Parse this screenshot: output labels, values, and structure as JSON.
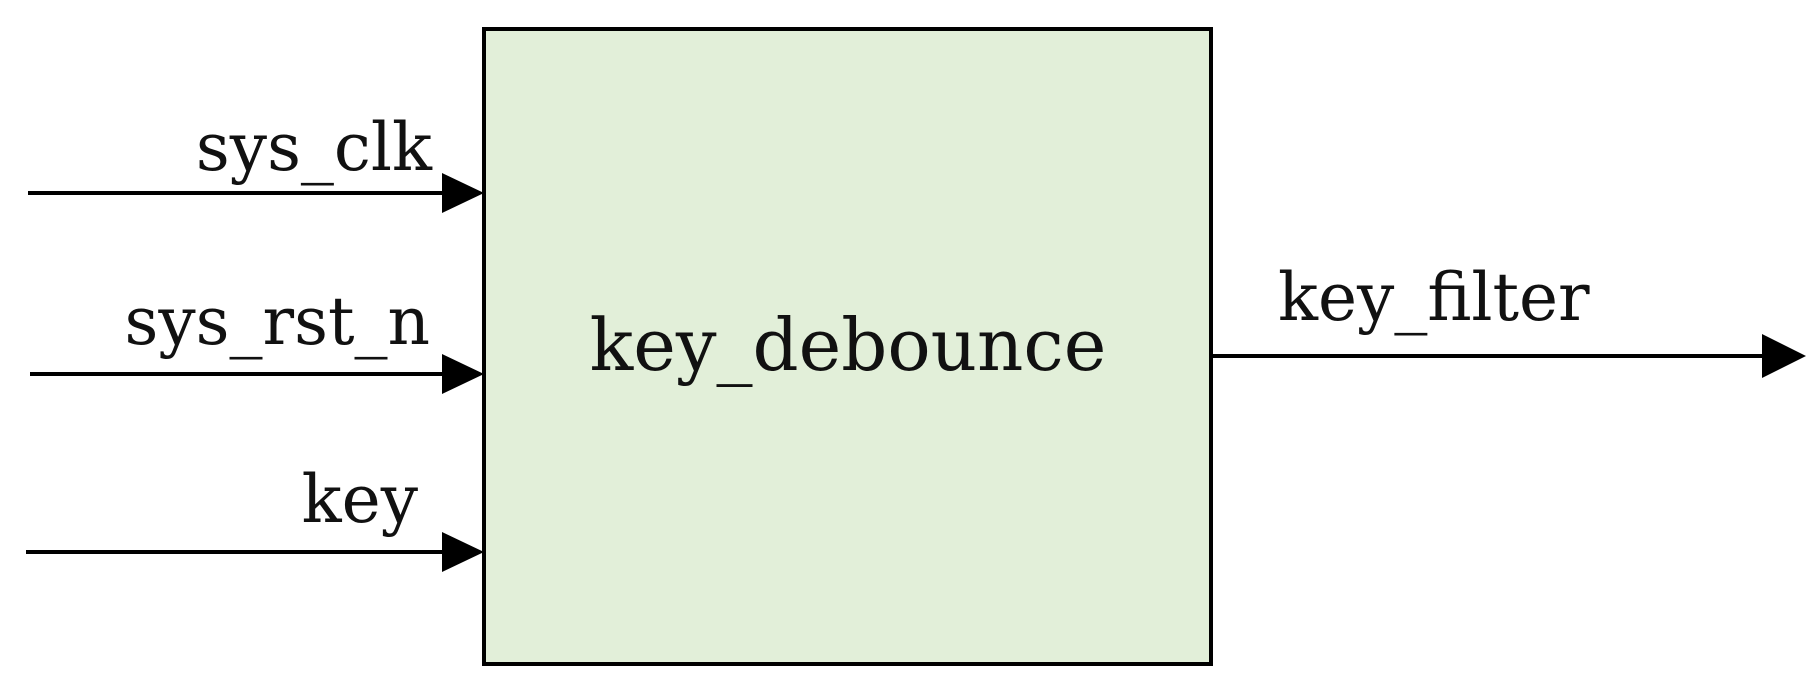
{
  "block": {
    "label": "key_debounce",
    "fill_color": "#e2efd9",
    "stroke_color": "#000000"
  },
  "inputs": [
    {
      "label": "sys_clk"
    },
    {
      "label": "sys_rst_n"
    },
    {
      "label": "key"
    }
  ],
  "outputs": [
    {
      "label": "key_filter"
    }
  ],
  "line_color": "#000000"
}
